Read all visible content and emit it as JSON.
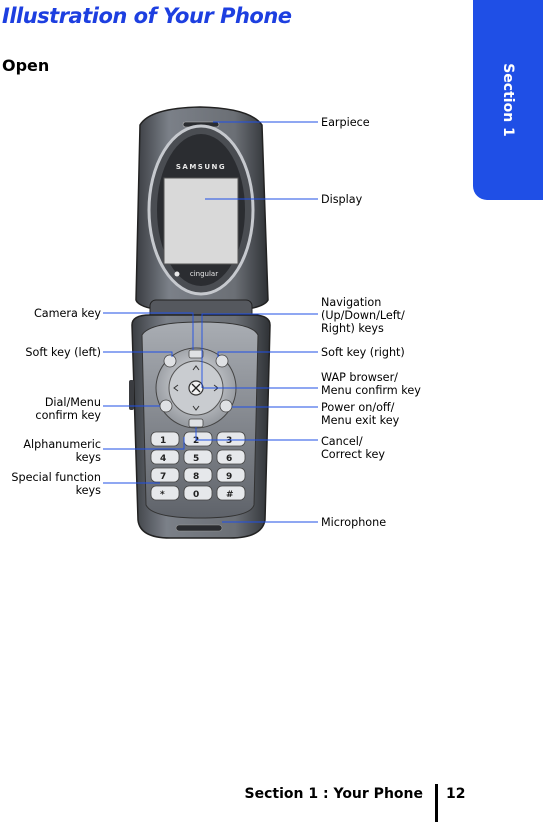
{
  "page": {
    "title": "Illustration of Your Phone",
    "subtitle": "Open",
    "section_tab": "Section 1",
    "footer_section": "Section 1 : Your Phone",
    "page_number": "12"
  },
  "phone": {
    "brand": "SAMSUNG",
    "carrier": "cingular",
    "keypad": [
      "1",
      "2",
      "3",
      "4",
      "5",
      "6",
      "7",
      "8",
      "9",
      "*",
      "0",
      "#"
    ]
  },
  "labels": {
    "earpiece": "Earpiece",
    "display": "Display",
    "navigation": [
      "Navigation",
      "(Up/Down/Left/",
      "Right) keys"
    ],
    "camera_key": "Camera key",
    "soft_key_left": "Soft key (left)",
    "soft_key_right": "Soft key (right)",
    "wap_browser": [
      "WAP browser/",
      "Menu confirm key"
    ],
    "dial_menu": [
      "Dial/Menu",
      "confirm key"
    ],
    "power": [
      "Power on/off/",
      "Menu exit key"
    ],
    "alphanumeric": [
      "Alphanumeric",
      "keys"
    ],
    "cancel": [
      "Cancel/",
      "Correct key"
    ],
    "special": [
      "Special function",
      "keys"
    ],
    "microphone": "Microphone"
  },
  "colors": {
    "title": "#1d3fe0",
    "tab": "#1f4fe6",
    "phone_body": "#6b6f75",
    "screen": "#d9d9d9"
  }
}
